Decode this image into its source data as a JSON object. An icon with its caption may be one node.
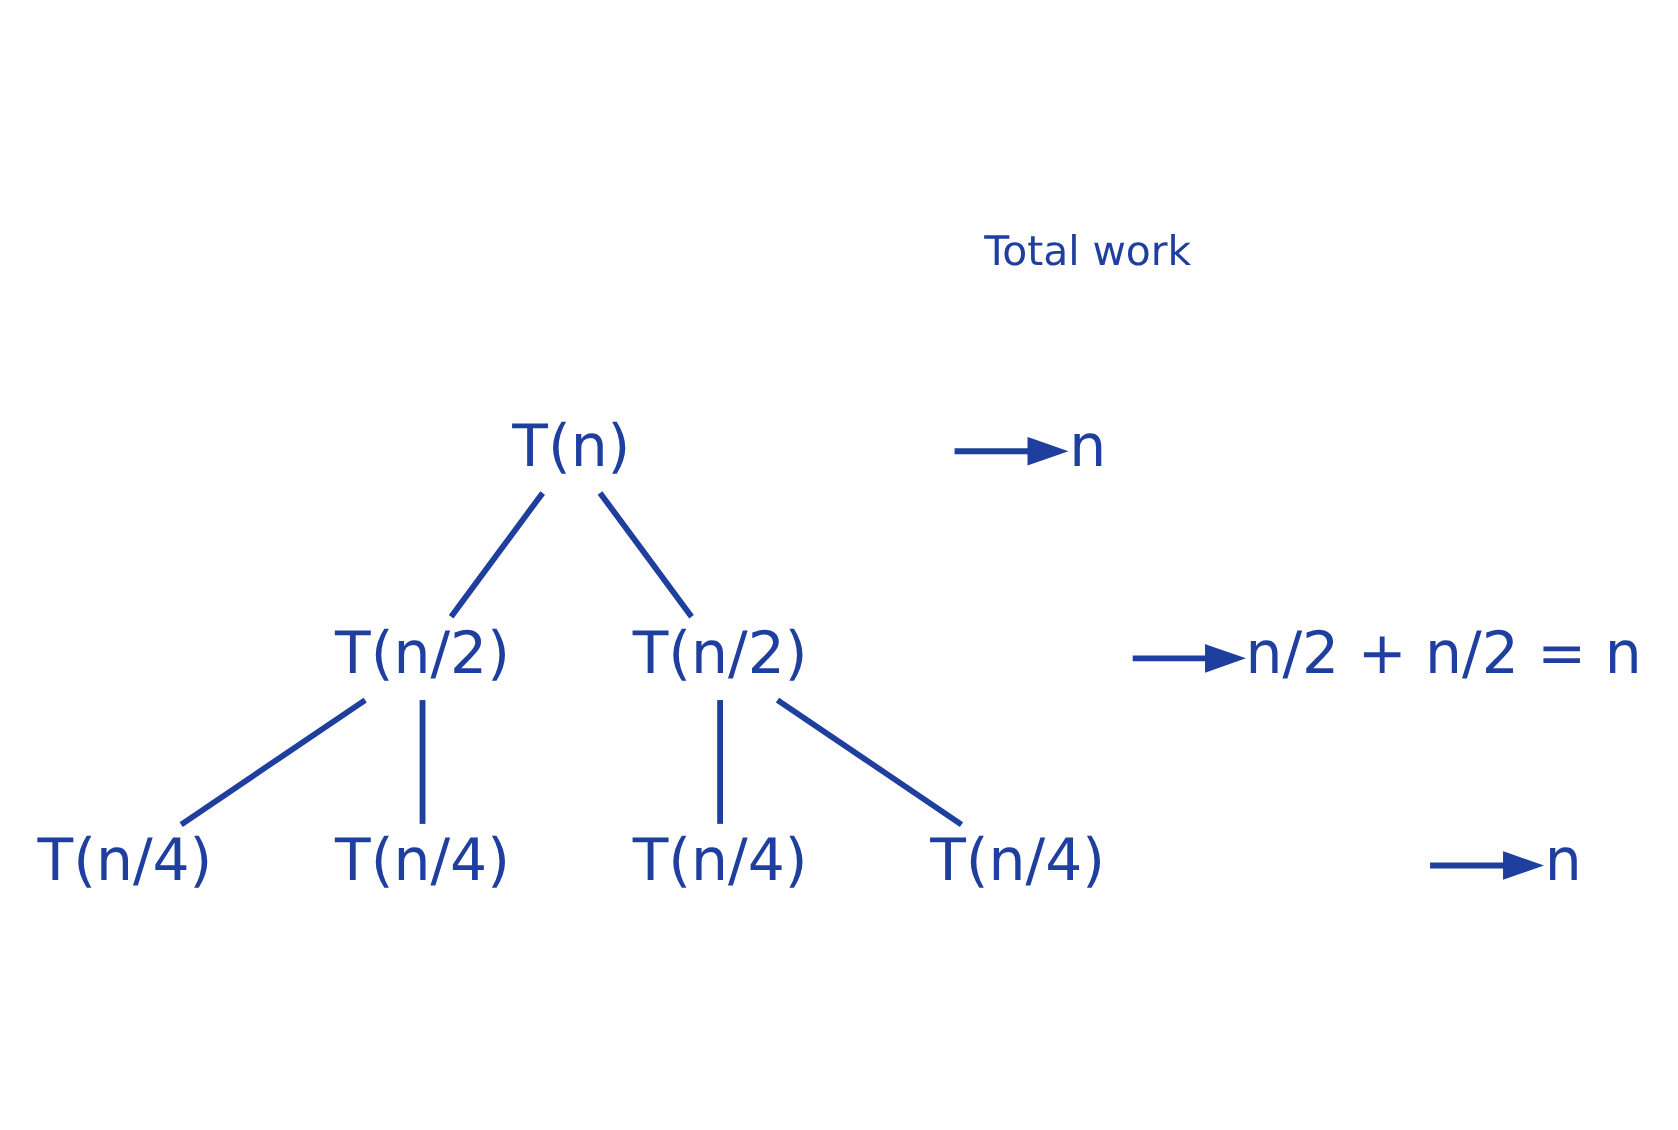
{
  "diagram": {
    "nodes": [
      {
        "text": [
          "T(n)"
        ]
      },
      {
        "text": [
          "T(n/2)"
        ]
      },
      {
        "text": [
          "T(n/2)"
        ]
      },
      {
        "text": [
          "T(n/4)"
        ]
      },
      {
        "text": [
          "T(n/4)"
        ]
      },
      {
        "text": [
          "T(n/4)"
        ]
      },
      {
        "text": [
          "T(n/4)"
        ]
      },
      {
        "text": [
          "n"
        ]
      },
      {
        "text": [
          "n/2 + n/2 = n"
        ]
      },
      {
        "text": [
          "n"
        ]
      }
    ],
    "edges": [
      {
        "from": 0,
        "to": 1,
        "arrow": "none"
      },
      {
        "from": 0,
        "to": 2,
        "arrow": "none"
      },
      {
        "from": 1,
        "to": 3,
        "arrow": "none"
      },
      {
        "from": 1,
        "to": 4,
        "arrow": "none"
      },
      {
        "from": 2,
        "to": 5,
        "arrow": "none"
      },
      {
        "from": 2,
        "to": 6,
        "arrow": "none"
      },
      {
        "from": null,
        "to": 7,
        "arrow": "to"
      },
      {
        "from": null,
        "to": 8,
        "arrow": "to"
      },
      {
        "from": null,
        "to": 9,
        "arrow": "to"
      }
    ],
    "labels": [
      "Total work"
    ]
  }
}
